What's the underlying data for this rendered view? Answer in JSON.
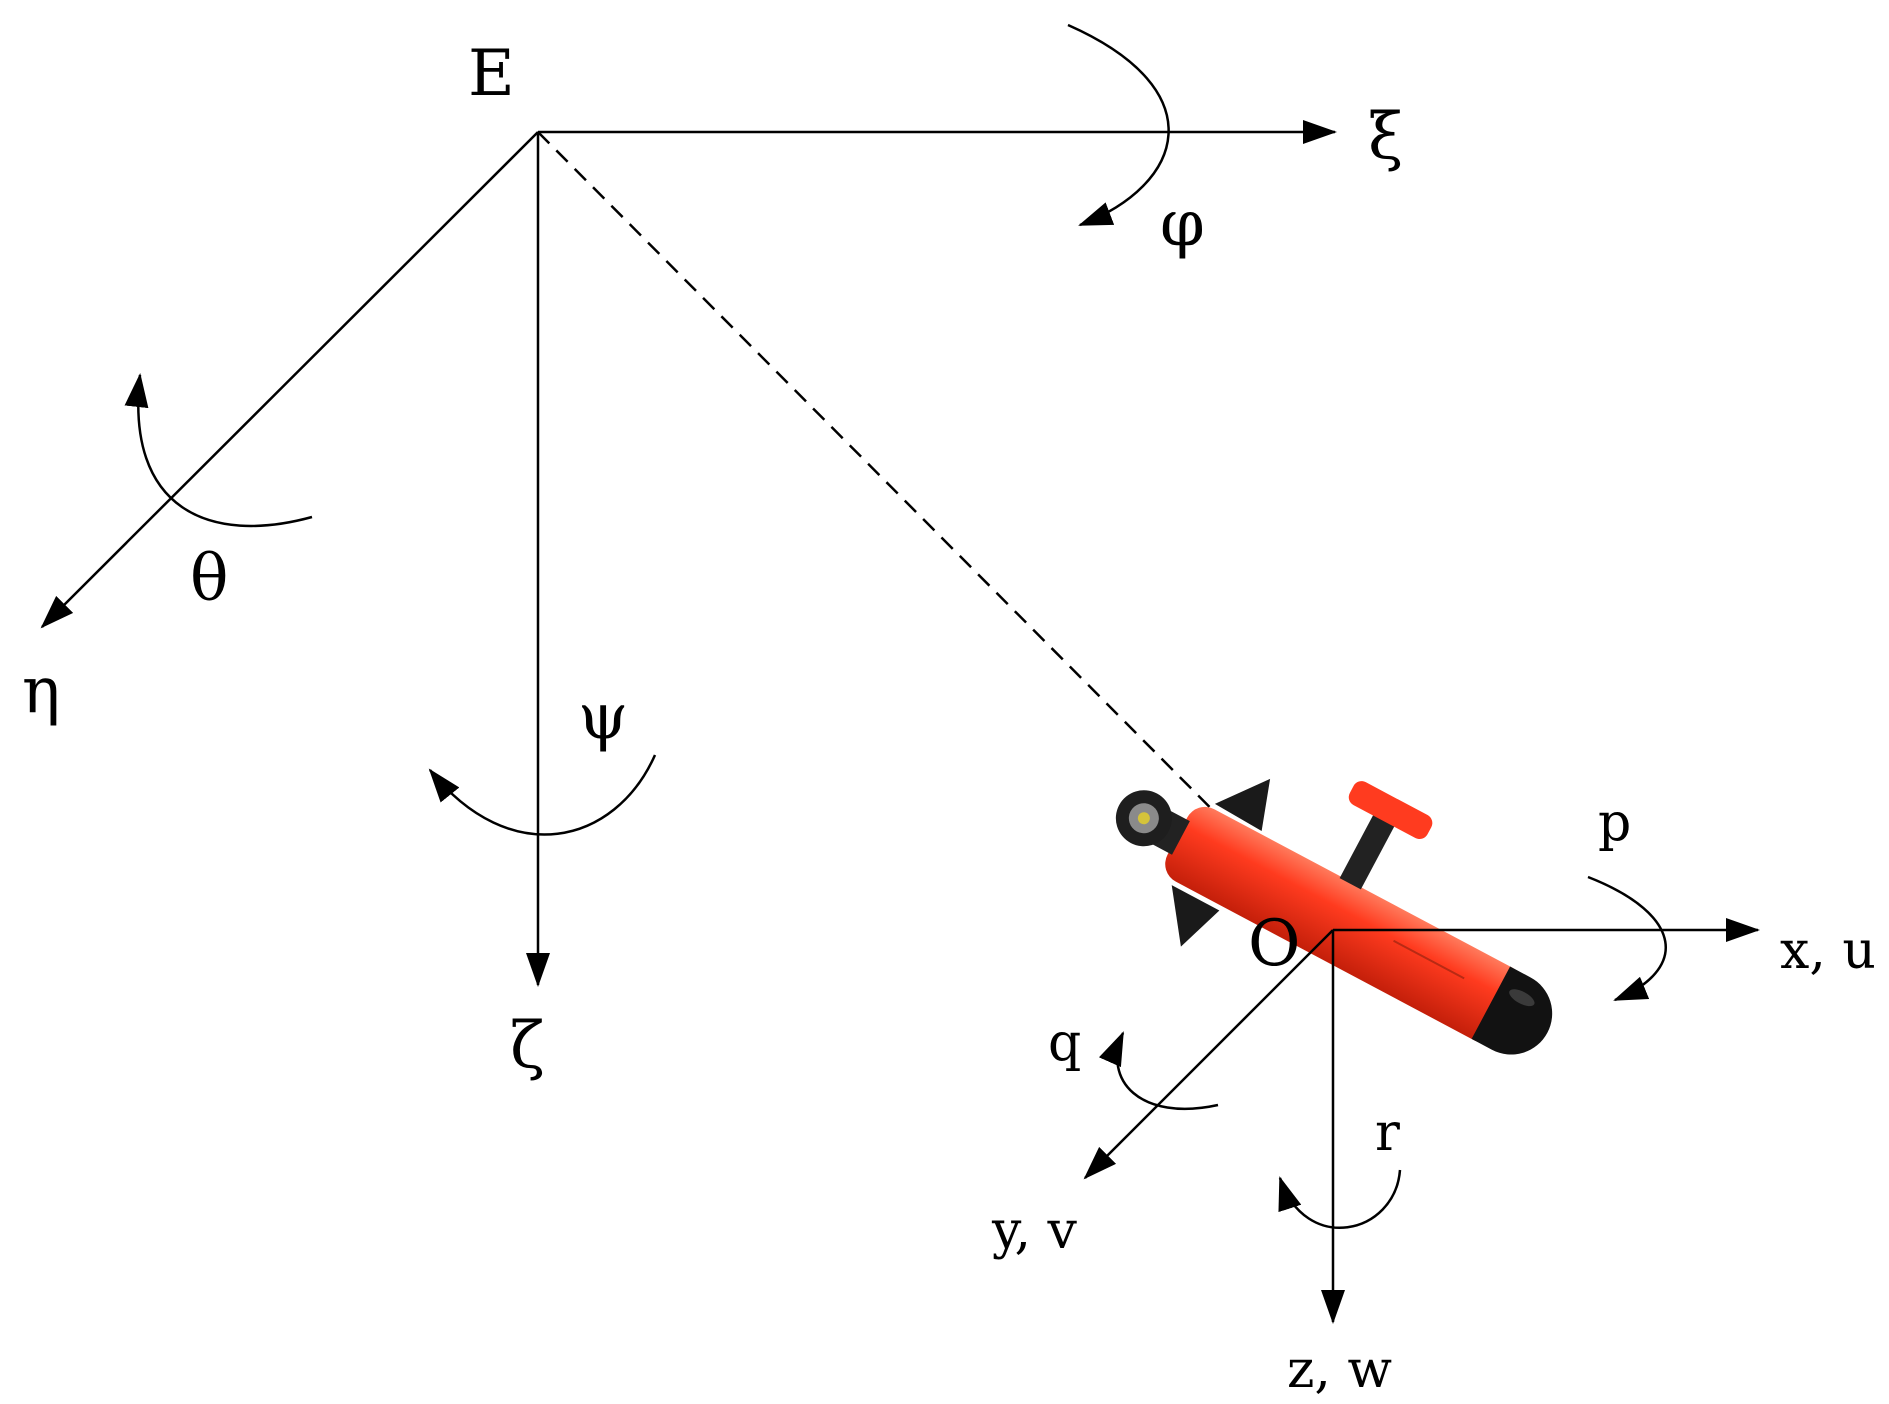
{
  "labels": {
    "earth_origin": "E",
    "xi": "ξ",
    "eta": "η",
    "zeta": "ζ",
    "phi": "φ",
    "theta": "θ",
    "psi": "ψ",
    "body_origin": "O",
    "x_u": "x, u",
    "y_v": "y, v",
    "z_w": "z, w",
    "p": "p",
    "q": "q",
    "r": "r"
  },
  "colors": {
    "vehicle_body": "#ff3b1f",
    "vehicle_nose": "#111111",
    "lines": "#000000"
  }
}
